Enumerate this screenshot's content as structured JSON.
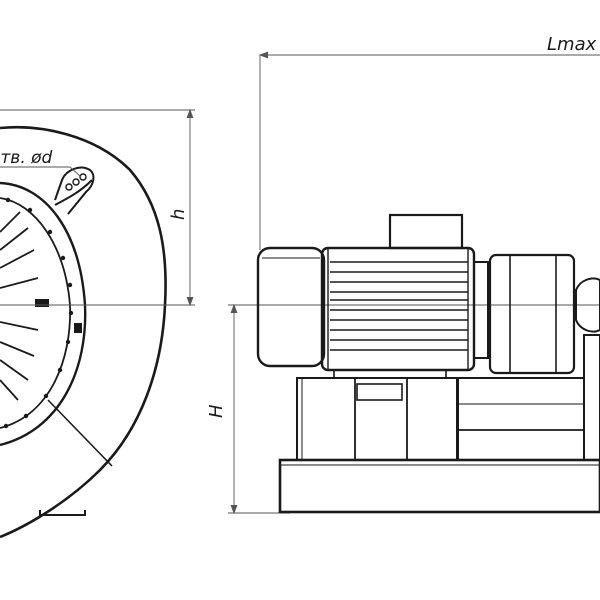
{
  "drawing": {
    "labels": {
      "overall_length": "Lmax",
      "holes": "отв. ød",
      "height_top": "h",
      "height_base": "H"
    },
    "colors": {
      "line": "#1a1a1a",
      "thin": "#555555",
      "background": "#ffffff"
    }
  }
}
